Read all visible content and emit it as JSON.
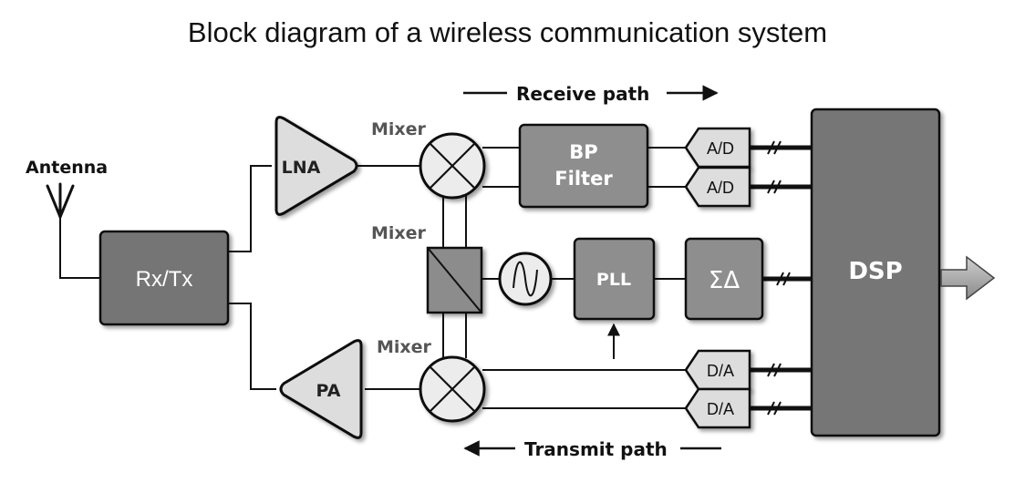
{
  "title": "Block diagram of a wireless communication system",
  "labels": {
    "antenna": "Antenna",
    "rxtx": "Rx/Tx",
    "lna": "LNA",
    "pa": "PA",
    "mixer_top": "Mixer",
    "mixer_mid": "Mixer",
    "mixer_bottom": "Mixer",
    "bp_filter_line1": "BP",
    "bp_filter_line2": "Filter",
    "pll": "PLL",
    "sigma_delta": "ΣΔ",
    "adc_1": "A/D",
    "adc_2": "A/D",
    "dac_1": "D/A",
    "dac_2": "D/A",
    "dsp": "DSP",
    "receive_path": "Receive path",
    "transmit_path": "Transmit path"
  },
  "colors": {
    "block_dark": "#767676",
    "block_mid": "#8e8e8e",
    "block_light": "#dedede",
    "stroke": "#111111",
    "label_gray": "#555555"
  }
}
